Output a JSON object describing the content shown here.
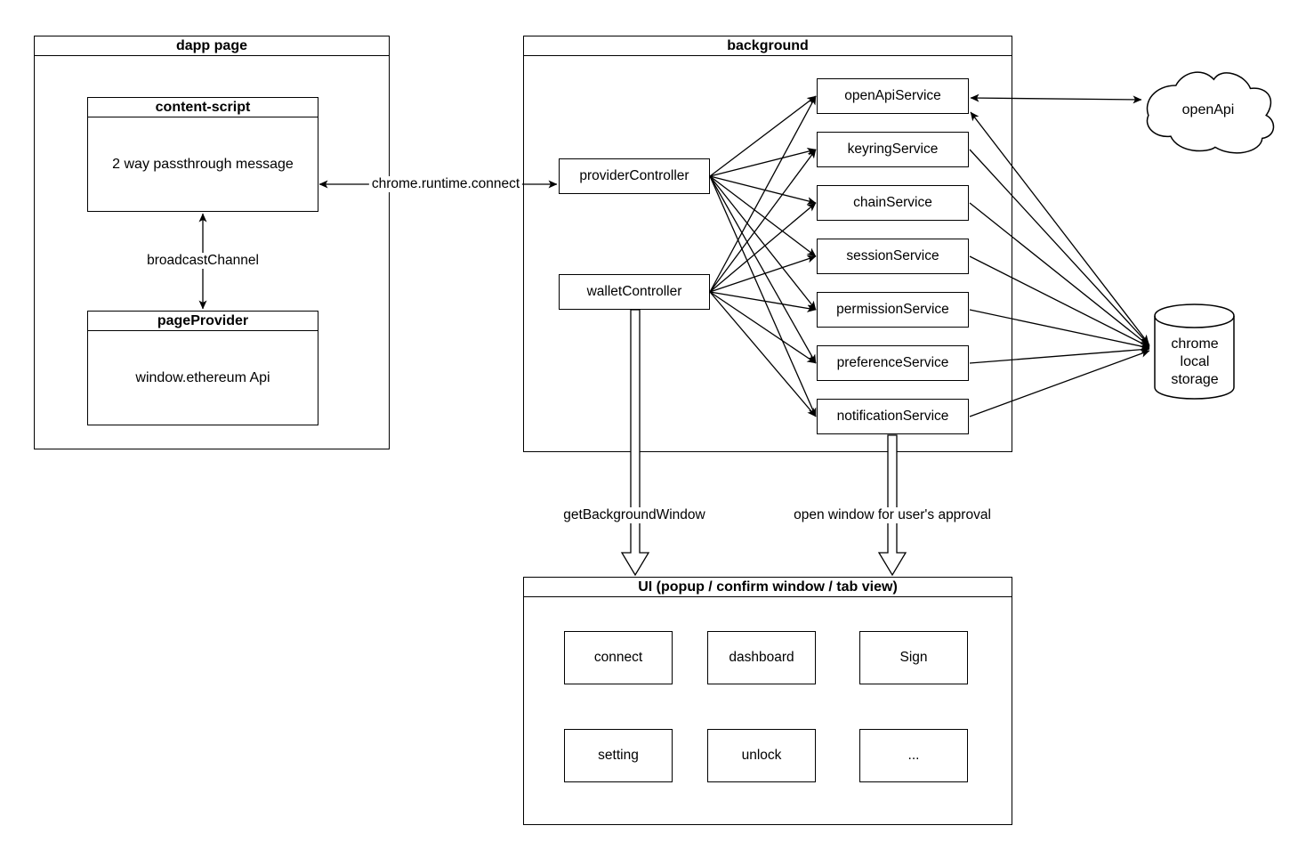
{
  "containers": {
    "dapp": {
      "title": "dapp page"
    },
    "background": {
      "title": "background"
    },
    "ui": {
      "title": "UI (popup / confirm window / tab view)"
    }
  },
  "nodes": {
    "content_script": {
      "title": "content-script",
      "body": "2 way passthrough message"
    },
    "page_provider": {
      "title": "pageProvider",
      "body": "window.ethereum Api"
    },
    "provider_controller": {
      "label": "providerController"
    },
    "wallet_controller": {
      "label": "walletController"
    }
  },
  "services": [
    {
      "label": "openApiService"
    },
    {
      "label": "keyringService"
    },
    {
      "label": "chainService"
    },
    {
      "label": "sessionService"
    },
    {
      "label": "permissionService"
    },
    {
      "label": "preferenceService"
    },
    {
      "label": "notificationService"
    }
  ],
  "external": {
    "open_api_cloud": {
      "label": "openApi"
    },
    "chrome_storage": {
      "label": "chrome\nlocal\nstorage"
    }
  },
  "edge_labels": {
    "broadcast_channel": "broadcastChannel",
    "runtime_connect": "chrome.runtime.connect",
    "get_background_window": "getBackgroundWindow",
    "open_window_approval": "open window for user's approval"
  },
  "ui_views": [
    {
      "label": "connect"
    },
    {
      "label": "dashboard"
    },
    {
      "label": "Sign"
    },
    {
      "label": "setting"
    },
    {
      "label": "unlock"
    },
    {
      "label": "..."
    }
  ],
  "colors": {
    "stroke": "#000000",
    "background": "#ffffff"
  }
}
